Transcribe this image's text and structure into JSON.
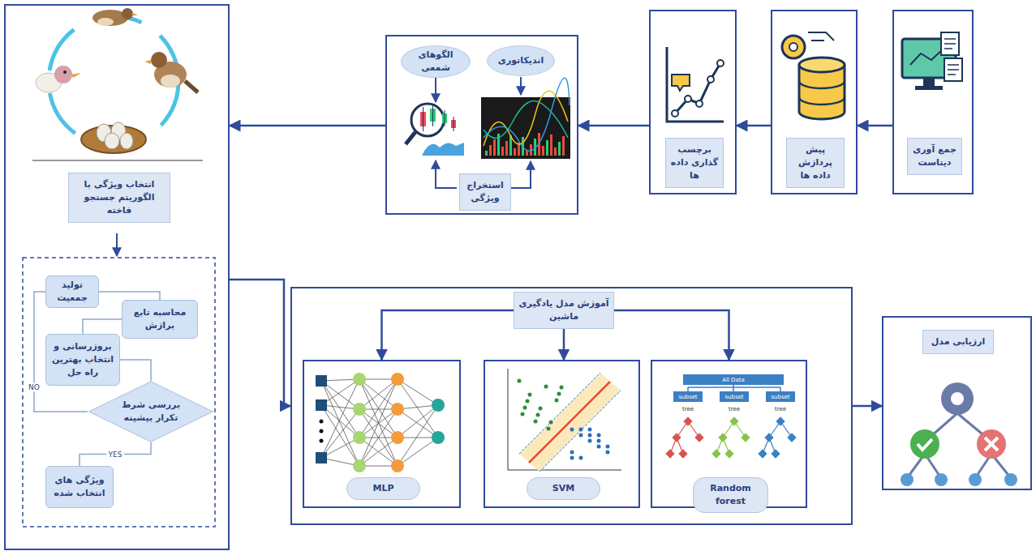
{
  "diagram": {
    "nodes": [
      {
        "text": [
          "جمع آوری دیتاست"
        ]
      },
      {
        "text": [
          "پیش پردازش داده ها"
        ]
      },
      {
        "text": [
          "برچسب گذاری داده ها"
        ]
      },
      {
        "text": [
          "استخراج ویژگی"
        ]
      },
      {
        "text": [
          "اندیکاتوری"
        ],
        "in": 3
      },
      {
        "text": [
          "الگوهای شمعی"
        ],
        "in": 3
      },
      {
        "text": [
          "انتخاب ویژگی با الگوریتم جستجو فاخته"
        ]
      },
      {
        "text": [
          "تولید جمعیت"
        ],
        "in": 6
      },
      {
        "text": [
          "محاسبه تابع برازش"
        ],
        "in": 6
      },
      {
        "text": [
          "بروزرسانی و انتخاب بهترین راه حل"
        ],
        "in": 6
      },
      {
        "text": [
          "بررسی شرط تکرار بیشینه"
        ],
        "in": 6
      },
      {
        "text": [
          "ویژگی های انتخاب شده"
        ],
        "in": 6
      },
      {
        "text": [
          "آموزش مدل یادگیری ماشین"
        ]
      },
      {
        "text": [
          "Random forest"
        ],
        "in": 12
      },
      {
        "text": [
          "SVM"
        ],
        "in": 12
      },
      {
        "text": [
          "MLP"
        ],
        "in": 12
      },
      {
        "text": [
          "ارزیابی مدل"
        ]
      }
    ],
    "edges": [
      {
        "from": 0,
        "to": 1,
        "arrow": "to"
      },
      {
        "from": 1,
        "to": 2,
        "arrow": "to"
      },
      {
        "from": 2,
        "to": 3,
        "arrow": "to"
      },
      {
        "from": 3,
        "to": 6,
        "arrow": "to"
      },
      {
        "from": 6,
        "to": 12,
        "arrow": "to"
      },
      {
        "from": 12,
        "to": 16,
        "arrow": "to"
      },
      {
        "from": 12,
        "to": 15,
        "arrow": "to"
      },
      {
        "from": 12,
        "to": 14,
        "arrow": "to"
      },
      {
        "from": 12,
        "to": 13,
        "arrow": "to"
      },
      {
        "from": 7,
        "to": 8,
        "arrow": "none"
      },
      {
        "from": 8,
        "to": 9,
        "arrow": "none"
      },
      {
        "from": 9,
        "to": 10,
        "arrow": "none"
      },
      {
        "from": 10,
        "to": 11,
        "label": "YES",
        "arrow": "none"
      },
      {
        "from": 10,
        "to": 7,
        "label": "NO",
        "arrow": "none"
      }
    ],
    "labels": [
      "All Data",
      "subset",
      "subset",
      "subset",
      "tree",
      "tree",
      "tree"
    ]
  }
}
